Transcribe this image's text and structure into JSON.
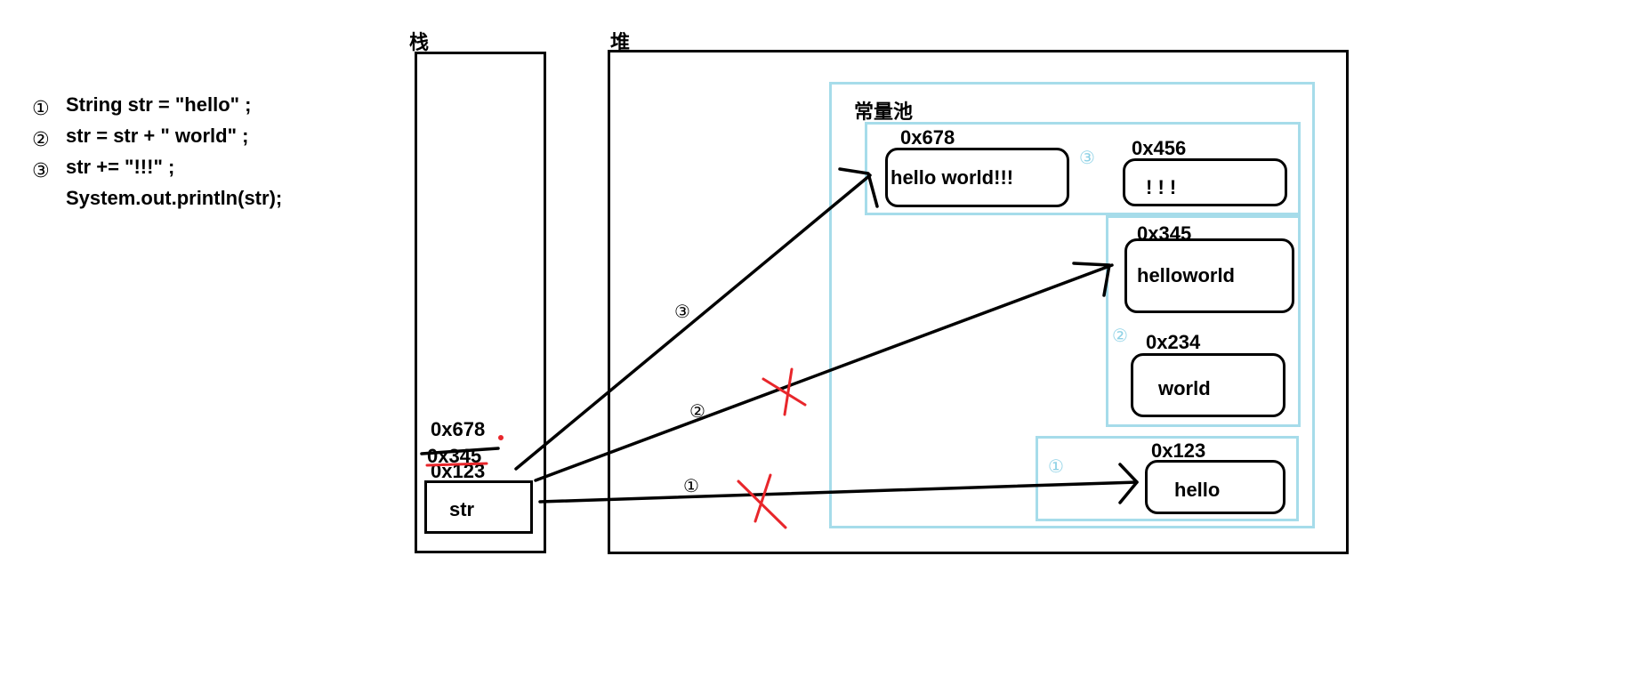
{
  "code": [
    {
      "num": "①",
      "text": "String str = \"hello\" ;"
    },
    {
      "num": "②",
      "text": "str = str + \" world\" ;"
    },
    {
      "num": "③",
      "text": "str += \"!!!\" ;"
    },
    {
      "num": "",
      "text": "System.out.println(str);"
    }
  ],
  "stack": {
    "title": "栈",
    "addr_current": "0x678",
    "addr_old_1": "0x345",
    "addr_old_2": "0x123",
    "var_name": "str"
  },
  "heap": {
    "title": "堆",
    "pool_title": "常量池",
    "group3": {
      "marker": "③",
      "objects": [
        {
          "addr": "0x678",
          "value": "hello world!!!"
        },
        {
          "addr": "0x456",
          "value": "! ! !"
        }
      ]
    },
    "group2": {
      "marker": "②",
      "objects": [
        {
          "addr": "0x345",
          "value": "helloworld"
        },
        {
          "addr": "0x234",
          "value": "world"
        }
      ]
    },
    "group1": {
      "marker": "①",
      "objects": [
        {
          "addr": "0x123",
          "value": "hello"
        }
      ]
    }
  },
  "arrows": [
    {
      "label": "①",
      "crossed": true
    },
    {
      "label": "②",
      "crossed": true
    },
    {
      "label": "③",
      "crossed": false
    }
  ],
  "colors": {
    "pool_border": "#a6dcea",
    "cross": "#e8262b",
    "stroke": "#000000"
  }
}
